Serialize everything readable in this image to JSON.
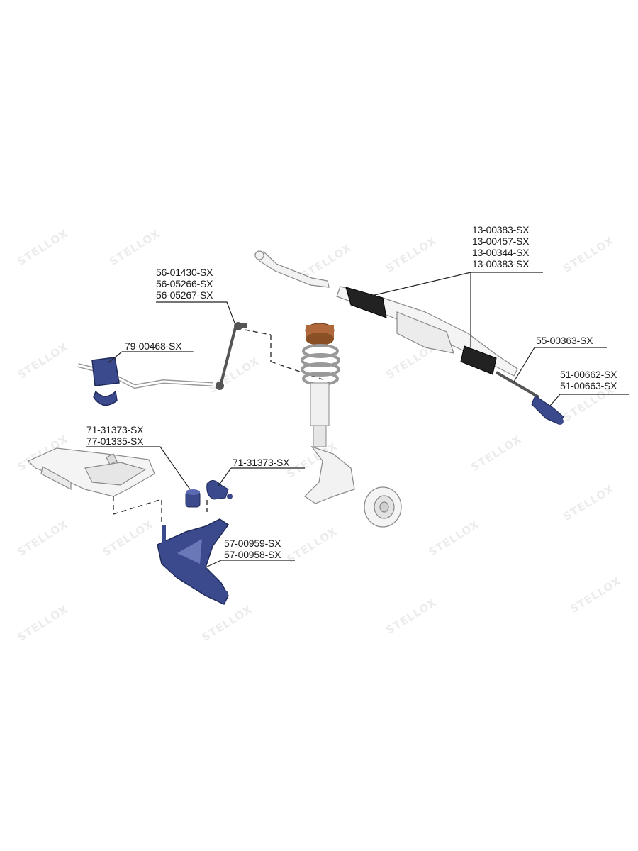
{
  "watermark": {
    "text": "STELLOX",
    "color": "#ececec"
  },
  "colors": {
    "highlight_part": "#3b4a8c",
    "spring_cap": "#b0683a",
    "line": "#222222",
    "part_outline": "#777777"
  },
  "labels": [
    {
      "id": "stab-link",
      "lines": [
        "56-01430-SX",
        "56-05266-SX",
        "56-05267-SX"
      ]
    },
    {
      "id": "stab-bush",
      "lines": [
        "79-00468-SX"
      ]
    },
    {
      "id": "arm-bush-rear",
      "lines": [
        "71-31373-SX",
        "77-01335-SX"
      ],
      "highlight_first": true
    },
    {
      "id": "arm-bush-front",
      "lines": [
        "71-31373-SX"
      ]
    },
    {
      "id": "control-arm",
      "lines": [
        "57-00959-SX",
        "57-00958-SX"
      ]
    },
    {
      "id": "rack-boot",
      "lines": [
        "13-00383-SX",
        "13-00457-SX",
        "13-00344-SX",
        "13-00383-SX"
      ]
    },
    {
      "id": "inner-tie-rod",
      "lines": [
        "55-00363-SX"
      ]
    },
    {
      "id": "tie-rod-end",
      "lines": [
        "51-00662-SX",
        "51-00663-SX"
      ]
    }
  ]
}
